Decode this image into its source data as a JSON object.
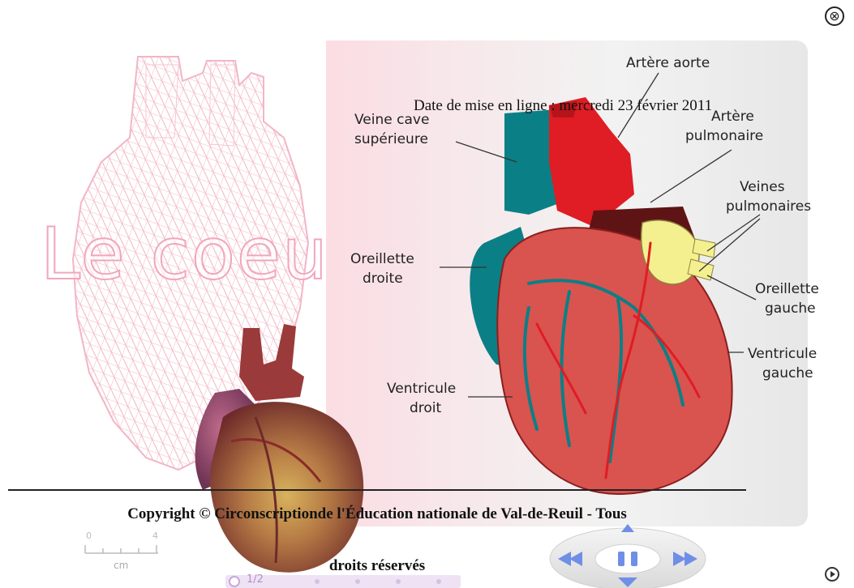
{
  "window": {
    "close_symbol": "⊗"
  },
  "brand": {
    "title": "Le coeur"
  },
  "diagram": {
    "labels": {
      "aorta": "Artère aorte",
      "pulmonary_artery_1": "Artère",
      "pulmonary_artery_2": "pulmonaire",
      "superior_vena_cava_1": "Veine cave",
      "superior_vena_cava_2": "supérieure",
      "pulmonary_veins_1": "Veines",
      "pulmonary_veins_2": "pulmonaires",
      "right_atrium_1": "Oreillette",
      "right_atrium_2": "droite",
      "left_atrium_1": "Oreillette",
      "left_atrium_2": "gauche",
      "left_ventricle_1": "Ventricule",
      "left_ventricle_2": "gauche",
      "right_ventricle_1": "Ventricule",
      "right_ventricle_2": "droit"
    }
  },
  "article": {
    "date": "Date de mise en ligne : mercredi 23 février 2011",
    "copyright_line1": "Copyright © Circonscriptionde l'Éducation nationale de Val-de-Reuil - Tous",
    "copyright_line2": "droits réservés"
  },
  "viewer": {
    "scale": {
      "tick_start": "0",
      "tick_end": "4",
      "unit": "cm"
    },
    "zoom": {
      "label": "1/2"
    },
    "navigation": {
      "icons": [
        "arrow-left-icon",
        "arrow-right-icon",
        "arrow-up-icon",
        "arrow-down-icon",
        "pause-icon",
        "play-icon"
      ]
    }
  },
  "colors": {
    "wireframe": "#f2b6c5",
    "panel_gradient_start": "#fbdde3",
    "panel_gradient_end": "#e7e7e7",
    "navpad_blue": "#6f8fe6",
    "vein_teal": "#0b7f86",
    "artery_red": "#e01c24",
    "heart_muscle": "#d9534f"
  }
}
